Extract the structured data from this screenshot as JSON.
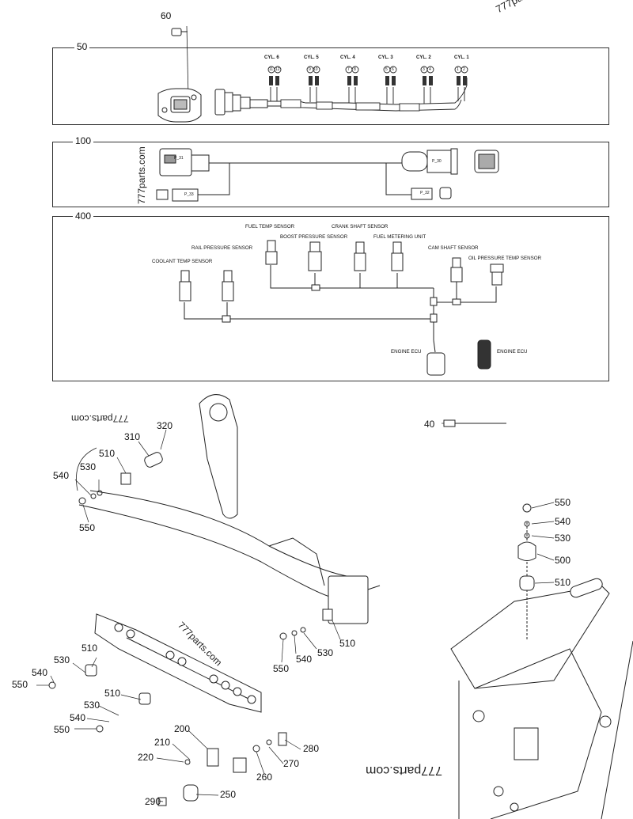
{
  "watermark": "777parts.com",
  "sections": [
    {
      "callout": "50",
      "title": "",
      "cylinders": [
        "CYL. 6",
        "CYL. 5",
        "CYL. 4",
        "CYL. 3",
        "CYL. 2",
        "CYL. 1"
      ]
    },
    {
      "callout": "100"
    },
    {
      "callout": "400"
    }
  ],
  "sensor_labels": {
    "fuel_temp": "FUEL TEMP SENSOR",
    "crank_shaft": "CRANK SHAFT SENSOR",
    "boost_pressure": "BOOST PRESSURE SENSOR",
    "fuel_metering": "FUEL METERING UNIT",
    "rail_pressure": "RAIL PRESSURE SENSOR",
    "cam_shaft": "CAM SHAFT SENSOR",
    "oil_pressure_temp": "OIL PRESSURE TEMP SENSOR",
    "coolant_temp": "COOLANT TEMP SENSOR",
    "engine_ecu_1": "ENGINE ECU",
    "engine_ecu_2": "ENGINE ECU"
  },
  "callouts": {
    "c60": "60",
    "c40": "40",
    "c310": "310",
    "c320": "320",
    "c510a": "510",
    "c530a": "530",
    "c540a": "540",
    "c550a": "550",
    "c510b": "510",
    "c530b": "530",
    "c540b": "540",
    "c550b": "550",
    "c550c": "550",
    "c540c": "540",
    "c530c": "530",
    "c500": "500",
    "c510c": "510",
    "c510d": "510",
    "c530d": "530",
    "c540d": "540",
    "c550d": "550",
    "c510e": "510",
    "c530e": "530",
    "c540e": "540",
    "c550e": "550",
    "c200": "200",
    "c210": "210",
    "c220": "220",
    "c280": "280",
    "c270": "270",
    "c260": "260",
    "c250": "250",
    "c290": "290"
  },
  "connector_labels": {
    "p31": "P_31",
    "p32": "P_32",
    "p33": "P_33",
    "p30": "P_30"
  },
  "cyl_pins": [
    "11",
    "12",
    "9",
    "10",
    "7",
    "8",
    "5",
    "6",
    "3",
    "4",
    "1",
    "2"
  ]
}
